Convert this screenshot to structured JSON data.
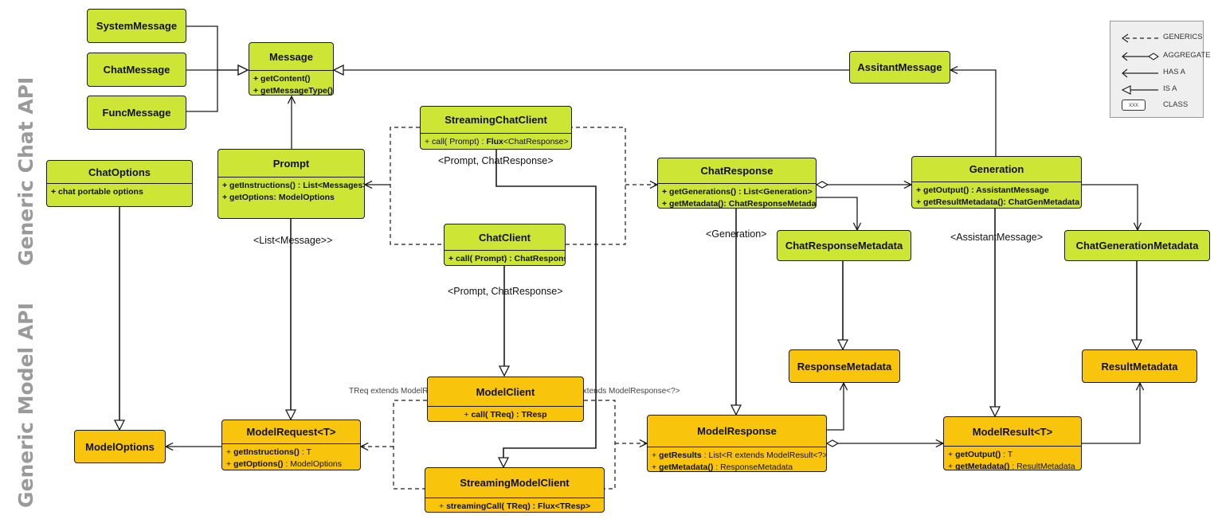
{
  "side_labels": {
    "chat_api": "Generic Chat API",
    "model_api": "Generic Model API"
  },
  "legend": {
    "items": [
      {
        "symbol": "dashed-arrow",
        "label": "GENERICS"
      },
      {
        "symbol": "diamond-line",
        "label": "AGGREGATE"
      },
      {
        "symbol": "open-arrow",
        "label": "HAS A"
      },
      {
        "symbol": "hollow-triangle",
        "label": "IS A"
      },
      {
        "symbol": "class-box",
        "label": "CLASS",
        "sample": "xxx"
      }
    ]
  },
  "colors": {
    "chat_api_class": "#cde636",
    "model_api_class": "#f9c40c",
    "line": "#1a1a1a"
  },
  "classes": {
    "system_message": {
      "name": "SystemMessage"
    },
    "chat_message": {
      "name": "ChatMessage"
    },
    "func_message": {
      "name": "FuncMessage"
    },
    "message": {
      "name": "Message",
      "members": [
        [
          "",
          "+ getContent()"
        ],
        [
          "",
          "+ getMessageType()"
        ]
      ]
    },
    "assistant_message": {
      "name": "AssitantMessage"
    },
    "streaming_chat_client": {
      "name": "StreamingChatClient",
      "members": [
        [
          "+ call( Prompt) : ",
          "Flux",
          "<ChatResponse>"
        ]
      ]
    },
    "chat_options": {
      "name": "ChatOptions",
      "members": [
        [
          "",
          "+ chat portable options"
        ]
      ]
    },
    "prompt": {
      "name": "Prompt",
      "members": [
        [
          "",
          "+ getInstructions() : List<Messages>"
        ],
        [
          "",
          "+ getOptions: ModelOptions"
        ]
      ]
    },
    "chat_client": {
      "name": "ChatClient",
      "members": [
        [
          "",
          "+ call( Prompt) : ChatResponse"
        ]
      ]
    },
    "chat_response": {
      "name": "ChatResponse",
      "members": [
        [
          "",
          "+ getGenerations() : List<Generation>"
        ],
        [
          "",
          "+ getMetadata(): ChatResponseMetadata"
        ]
      ]
    },
    "generation": {
      "name": "Generation",
      "members": [
        [
          "",
          "+ getOutput() : AssistantMessage"
        ],
        [
          "",
          "+ getResultMetadata(): ChatGenMetadata"
        ]
      ]
    },
    "chat_response_metadata": {
      "name": "ChatResponseMetadata"
    },
    "chat_generation_metadata": {
      "name": "ChatGenerationMetadata"
    },
    "response_metadata": {
      "name": "ResponseMetadata"
    },
    "result_metadata": {
      "name": "ResultMetadata"
    },
    "model_client": {
      "name": "ModelClient",
      "members": [
        [
          "+ ",
          "call( TReq) : TResp",
          ""
        ]
      ]
    },
    "model_options": {
      "name": "ModelOptions"
    },
    "model_request": {
      "name": "ModelRequest<T>",
      "members": [
        [
          "+ ",
          "getInstructions()",
          " : T"
        ],
        [
          "+ ",
          "getOptions()",
          " : ModelOptions"
        ]
      ]
    },
    "model_response": {
      "name": "ModelResponse",
      "members": [
        [
          "+ ",
          "getResults",
          " : List<R extends ModelResult<?>"
        ],
        [
          "+ ",
          "getMetadata()",
          " : ResponseMetadata"
        ]
      ]
    },
    "model_result": {
      "name": "ModelResult<T>",
      "members": [
        [
          "+ ",
          "getOutput()",
          " : T"
        ],
        [
          "+ ",
          "getMetadata()",
          " : ResultMetadata"
        ]
      ]
    },
    "streaming_model_client": {
      "name": "StreamingModelClient",
      "members": [
        [
          "+ ",
          "streamingCall( TReq) : Flux<TResp>",
          ""
        ]
      ]
    }
  },
  "generic_labels": {
    "streaming_generics": "<Prompt, ChatResponse>",
    "chatclient_generics": "<Prompt, ChatResponse>",
    "prompt_generics": "<List<Message>>",
    "chatresponse_generics": "<Generation>",
    "generation_generics": "<AssistantMessage>",
    "treq": "TReq extends ModelRequest<?>",
    "tresp": "TResp extends ModelResponse<?>"
  }
}
